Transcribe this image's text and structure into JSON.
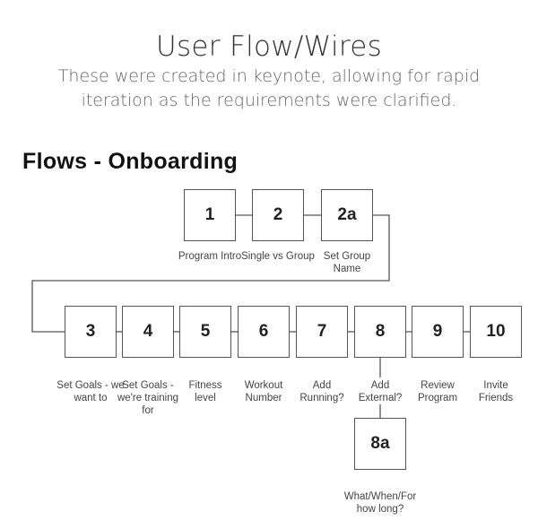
{
  "header": {
    "title": "User Flow/Wires",
    "subtitle": "These were created in keynote, allowing for rapid iteration as the requirements were clarified."
  },
  "section": {
    "heading": "Flows - Onboarding"
  },
  "flow": {
    "steps": [
      {
        "id": "1",
        "label": "Program Intro"
      },
      {
        "id": "2",
        "label": "Single vs Group"
      },
      {
        "id": "2a",
        "label": "Set Group Name"
      },
      {
        "id": "3",
        "label": "Set Goals - we want to"
      },
      {
        "id": "4",
        "label": "Set Goals - we're training for"
      },
      {
        "id": "5",
        "label": "Fitness level"
      },
      {
        "id": "6",
        "label": "Workout Number"
      },
      {
        "id": "7",
        "label": "Add Running?"
      },
      {
        "id": "8",
        "label": "Add External?"
      },
      {
        "id": "9",
        "label": "Review Program"
      },
      {
        "id": "10",
        "label": "Invite Friends"
      },
      {
        "id": "8a",
        "label": "What/When/For how long?"
      }
    ],
    "line_color": "#555555"
  }
}
